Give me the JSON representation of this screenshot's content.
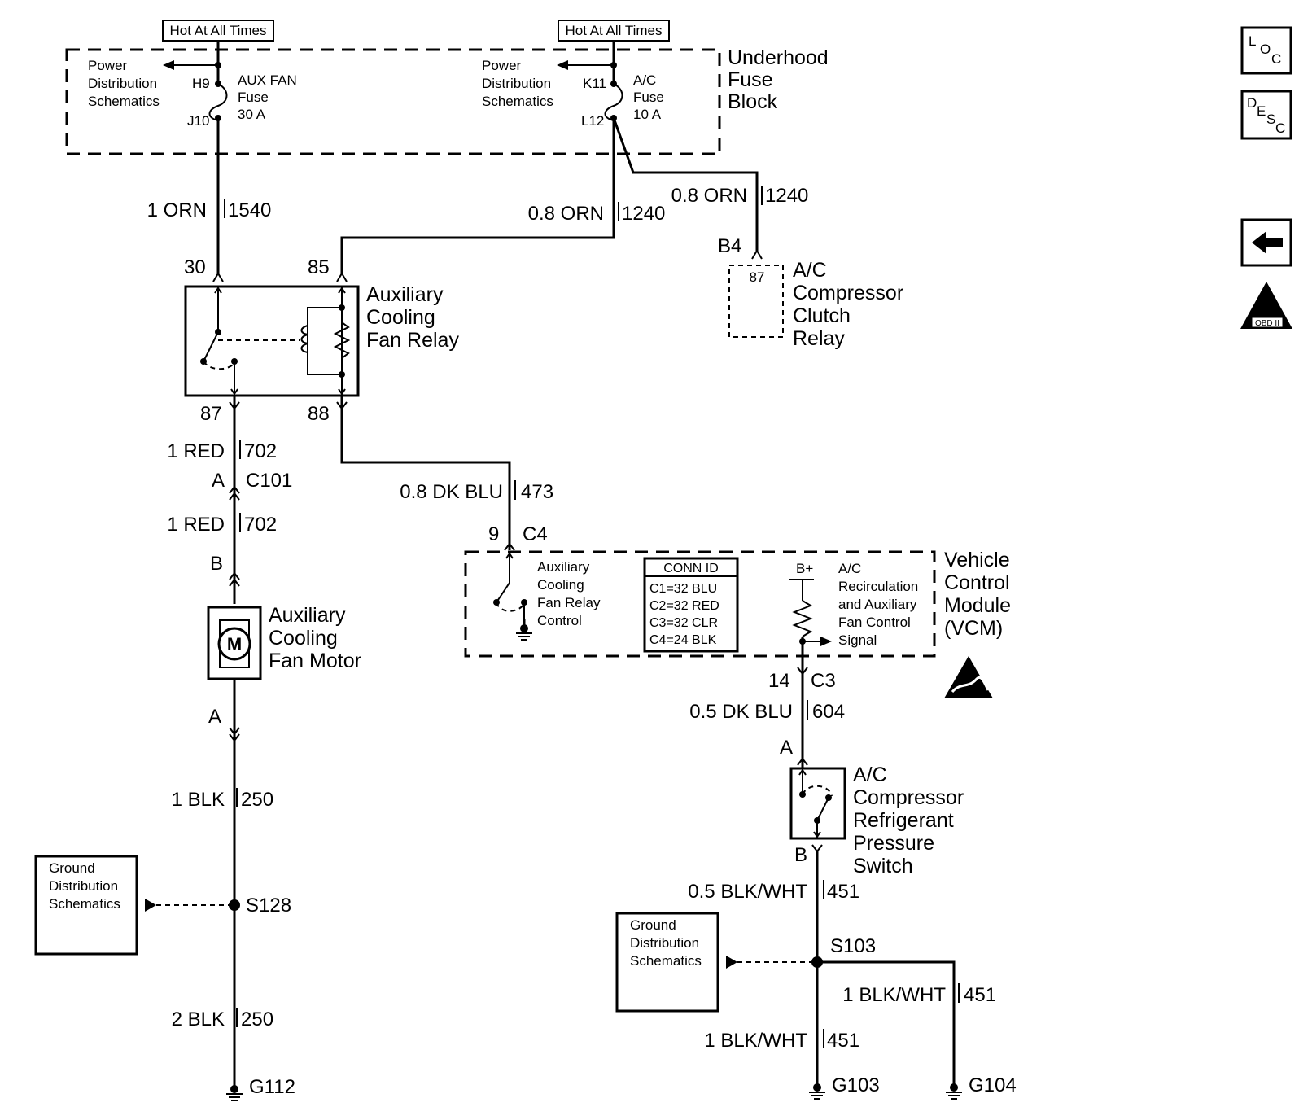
{
  "fuse_block": {
    "hot1": "Hot At All Times",
    "hot2": "Hot At All Times",
    "pds1": [
      "Power",
      "Distribution",
      "Schematics"
    ],
    "pds2": [
      "Power",
      "Distribution",
      "Schematics"
    ],
    "h9": "H9",
    "j10": "J10",
    "k11": "K11",
    "l12": "L12",
    "aux_fuse": [
      "AUX FAN",
      "Fuse",
      "30 A"
    ],
    "ac_fuse": [
      "A/C",
      "Fuse",
      "10 A"
    ],
    "title": [
      "Underhood",
      "Fuse",
      "Block"
    ]
  },
  "wires": {
    "w1540_color": "1 ORN",
    "w1540_num": "1540",
    "w1240a_color": "0.8 ORN",
    "w1240a_num": "1240",
    "w1240b_color": "0.8 ORN",
    "w1240b_num": "1240",
    "w702a_color": "1 RED",
    "w702a_num": "702",
    "w702b_color": "1 RED",
    "w702b_num": "702",
    "w473_color": "0.8 DK BLU",
    "w473_num": "473",
    "w604_color": "0.5 DK BLU",
    "w604_num": "604",
    "w250a_color": "1 BLK",
    "w250a_num": "250",
    "w250b_color": "2 BLK",
    "w250b_num": "250",
    "w451a_color": "0.5 BLK/WHT",
    "w451a_num": "451",
    "w451b_color": "1 BLK/WHT",
    "w451b_num": "451",
    "w451c_color": "1 BLK/WHT",
    "w451c_num": "451"
  },
  "pins": {
    "p30": "30",
    "p85": "85",
    "p87": "87",
    "p88": "88",
    "b4": "B4",
    "p87clutch": "87",
    "a_c101": "A",
    "c101": "C101",
    "b_c101": "B",
    "a_motor": "A",
    "p9": "9",
    "c4": "C4",
    "p14": "14",
    "c3": "C3",
    "a_switch": "A",
    "b_switch": "B",
    "bplus": "B+"
  },
  "components": {
    "relay": [
      "Auxiliary",
      "Cooling",
      "Fan Relay"
    ],
    "clutch_relay": [
      "A/C",
      "Compressor",
      "Clutch",
      "Relay"
    ],
    "motor": [
      "Auxiliary",
      "Cooling",
      "Fan Motor"
    ],
    "motor_symbol": "M",
    "vcm_title": [
      "Vehicle",
      "Control",
      "Module",
      "(VCM)"
    ],
    "vcm_left": [
      "Auxiliary",
      "Cooling",
      "Fan Relay",
      "Control"
    ],
    "vcm_right": [
      "A/C",
      "Recirculation",
      "and Auxiliary",
      "Fan Control",
      "Signal"
    ],
    "conn_id_title": "CONN ID",
    "conn_id": [
      "C1=32 BLU",
      "C2=32 RED",
      "C3=32 CLR",
      "C4=24 BLK"
    ],
    "pressure_switch": [
      "A/C",
      "Compressor",
      "Refrigerant",
      "Pressure",
      "Switch"
    ]
  },
  "grounds": {
    "gds1": [
      "Ground",
      "Distribution",
      "Schematics"
    ],
    "gds2": [
      "Ground",
      "Distribution",
      "Schematics"
    ],
    "s128": "S128",
    "s103": "S103",
    "g112": "G112",
    "g103": "G103",
    "g104": "G104"
  },
  "sidebar": {
    "loc": [
      "L",
      "O",
      "C"
    ],
    "desc": [
      "D",
      "E",
      "S",
      "C"
    ],
    "obd": "OBD II"
  }
}
